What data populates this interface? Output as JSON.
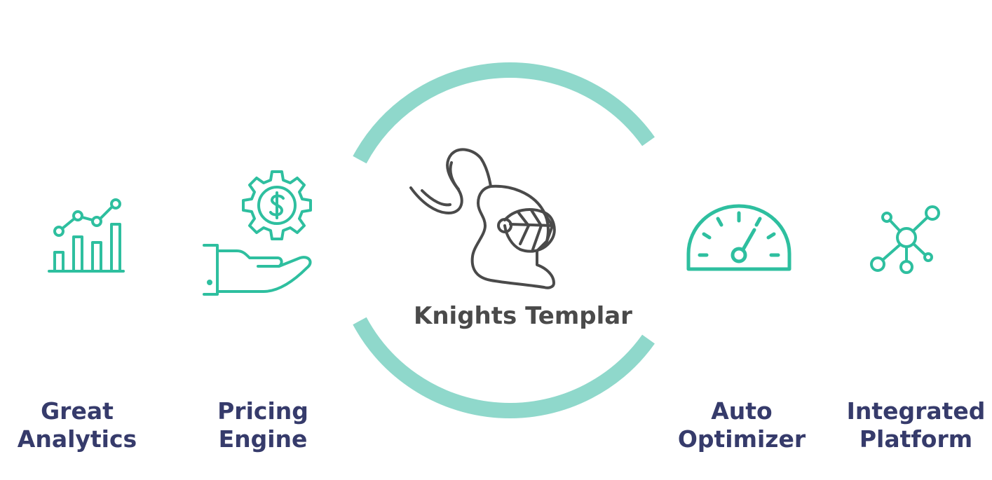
{
  "center": {
    "label": "Knights Templar",
    "icon": "knight-helmet-icon"
  },
  "features": [
    {
      "line1": "Great",
      "line2": "Analytics",
      "icon": "bar-chart-trend-icon"
    },
    {
      "line1": "Pricing",
      "line2": "Engine",
      "icon": "hand-dollar-gear-icon"
    },
    {
      "line1": "Auto",
      "line2": "Optimizer",
      "icon": "speedometer-gauge-icon"
    },
    {
      "line1": "Integrated",
      "line2": "Platform",
      "icon": "network-nodes-icon"
    }
  ],
  "colors": {
    "accent": "#2ebf9f",
    "ring": "#8fd8cb",
    "label": "#363b6b",
    "center_text": "#4a4a4a",
    "helmet": "#4a4a4a"
  }
}
